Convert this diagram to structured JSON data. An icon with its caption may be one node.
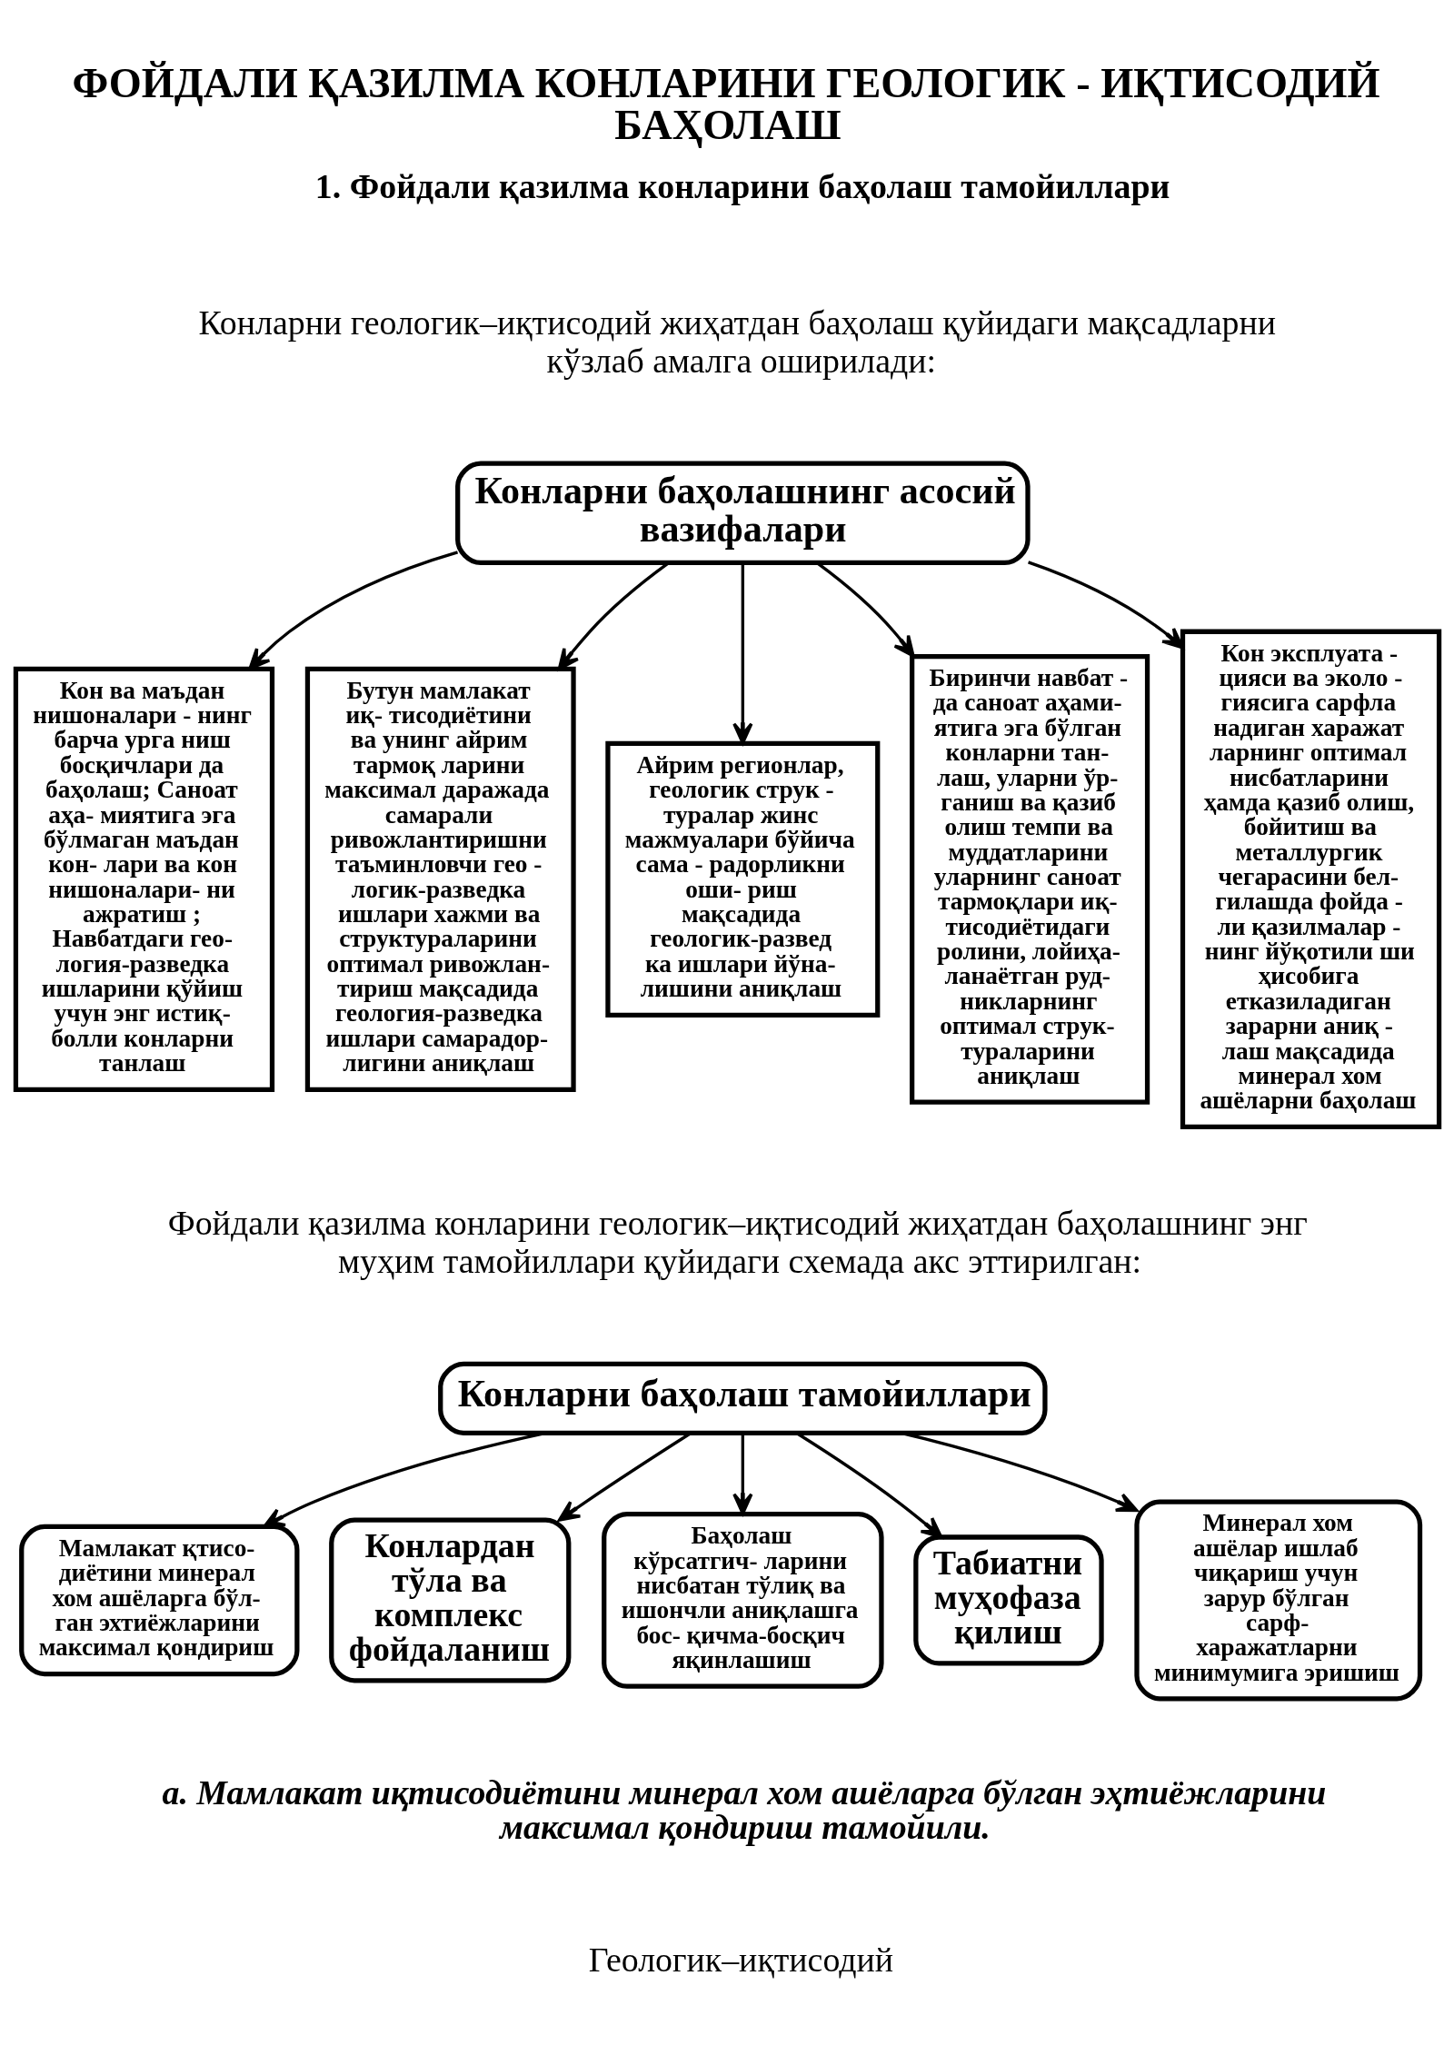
{
  "diagram": {
    "title": "ФОЙДАЛИ ҚАЗИЛМА КОНЛАРИНИ ГЕОЛОГИК - ИҚТИСОДИЙ БАҲОЛАШ",
    "nodes": [
      {
        "text": [
          "Конларни баҳолашнинг асосий вазифалари"
        ]
      },
      {
        "text": [
          "Кон ва маъдан нишоналари - нинг барча урга ниш босқичлари да баҳолаш; Саноат аҳа- миятига эга бўлмаган маъдан кон- лари ва кон нишоналари- ни ажратиш ; Навбатдаги гео- логия-разведка ишларини қўйиш учун энг истиқ- болли конларни танлаш"
        ]
      },
      {
        "text": [
          "Бутун мамлакат иқ- тисодиётини ва унинг айрим тармоқ ларини максимал даражада самарали ривожлантиришни таъминловчи гео - логик-разведка ишлари хажми ва структураларини оптимал ривожлан- тириш мақсадида геология-разведка ишлари самарадор- лигини аниқлаш"
        ]
      },
      {
        "text": [
          "Айрим регионлар, геологик струк - туралар жинс мажмуалари бўйича сама - радорликни оши- риш мақсадида геологик-развед ка ишлари йўна- лишини аниқлаш"
        ]
      },
      {
        "text": [
          "Биринчи навбат - да саноат аҳами- ятига эга бўлган конларни тан- лаш, уларни ўр- ганиш ва қазиб олиш темпи ва муддатларини уларнинг саноат тармоқлари иқ- тисодиётидаги ролини, лойиҳа- ланаётган руд- никларнинг оптимал струк- тураларини аниқлаш"
        ]
      },
      {
        "text": [
          "Кон эксплуата - цияси ва эколо - гиясига сарфла надиган харажат ларнинг оптимал нисбатларини ҳамда қазиб олиш, бойитиш ва металлургик чегарасини бел- гилашда фойда - ли қазилмалар - нинг йўқотили ши ҳисобига етказиладиган зарарни аниқ - лаш мақсадида минерал хом ашёларни баҳолаш"
        ]
      },
      {
        "text": [
          "Конларни баҳолаш тамойиллари"
        ]
      },
      {
        "text": [
          "Мамлакат қтисо- диётини минерал хом ашёларга бўл- ган эхтиёжларини максимал қондириш"
        ]
      },
      {
        "text": [
          "Минерал хом ашёлар ишлаб чиқариш учун зарур бўлган сарф- харажатларни минимумига эришиш"
        ]
      },
      {
        "text": [
          "Конлардан тўла ва комплекс фойдаланиш"
        ]
      },
      {
        "text": [
          "Баҳолаш кўрсатгич- ларини нисбатан тўлиқ ва ишончли аниқлашга бос- қичма-босқич яқинлашиш"
        ]
      },
      {
        "text": [
          "Табиатни муҳофаза қилиш"
        ]
      }
    ],
    "edges": [
      {
        "from": 0,
        "to": 1,
        "arrow": "to"
      },
      {
        "from": 0,
        "to": 2,
        "arrow": "to"
      },
      {
        "from": 0,
        "to": 3,
        "arrow": "to"
      },
      {
        "from": 0,
        "to": 4,
        "arrow": "to"
      },
      {
        "from": 0,
        "to": 5,
        "arrow": "to"
      },
      {
        "from": 6,
        "to": 7,
        "arrow": "to"
      },
      {
        "from": 6,
        "to": 9,
        "arrow": "to"
      },
      {
        "from": 6,
        "to": 10,
        "arrow": "to"
      },
      {
        "from": 6,
        "to": 11,
        "arrow": "to"
      },
      {
        "from": 6,
        "to": 8,
        "arrow": "to"
      }
    ],
    "labels": [
      "1. Фойдали қазилма конларини баҳолаш тамойиллари",
      "Конларни геологик–иқтисодий жиҳатдан баҳолаш қуйидаги мақсадларни кўзлаб амалга оширилади:",
      "Фойдали қазилма конларини геологик–иқтисодий жиҳатдан баҳолашнинг энг муҳим тамойиллари қуйидаги схемада акс эттирилган:",
      "a. Мамлакат иқтисодиётини минерал хом ашёларга бўлган эҳтиёжларини максимал қондириш тамойили.",
      "Геологик–иқтисодий"
    ]
  }
}
